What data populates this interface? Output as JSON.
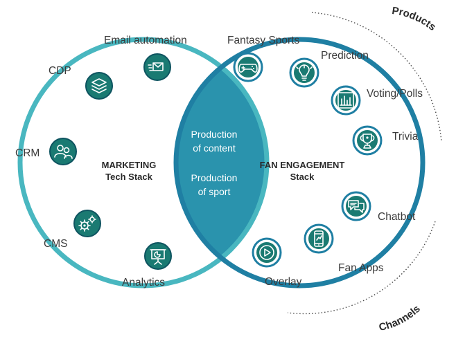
{
  "left_circle": {
    "title_line1": "MARKETING",
    "title_line2": "Tech Stack",
    "color": "#49b7c0",
    "items": [
      {
        "label": "Email automation",
        "icon": "envelope-icon"
      },
      {
        "label": "CDP",
        "icon": "layers-icon"
      },
      {
        "label": "CRM",
        "icon": "users-icon"
      },
      {
        "label": "CMS",
        "icon": "gears-icon"
      },
      {
        "label": "Analytics",
        "icon": "presentation-chart-icon"
      }
    ]
  },
  "right_circle": {
    "title_line1": "FAN ENGAGEMENT",
    "title_line2": "Stack",
    "color": "#1f7fa3",
    "items": [
      {
        "label": "Fantasy Sports",
        "icon": "gamepad-icon"
      },
      {
        "label": "Prediction",
        "icon": "lightbulb-icon"
      },
      {
        "label": "Voting/Polls",
        "icon": "bar-chart-icon"
      },
      {
        "label": "Trivia",
        "icon": "trophy-icon"
      },
      {
        "label": "Chatbot",
        "icon": "chat-bubbles-icon"
      },
      {
        "label": "Fan Apps",
        "icon": "smartphone-icon"
      },
      {
        "label": "Overlay",
        "icon": "play-icon"
      }
    ]
  },
  "overlap": {
    "color": "#2a93ad",
    "line1": "Production",
    "line2": "of content",
    "line3": "Production",
    "line4": "of sport"
  },
  "arcs": {
    "products": "Products",
    "channels": "Channels"
  },
  "colors": {
    "icon_fill": "#1a7a72",
    "icon_ring": "#2b8fa8",
    "icon_outline": "#0e5460"
  }
}
